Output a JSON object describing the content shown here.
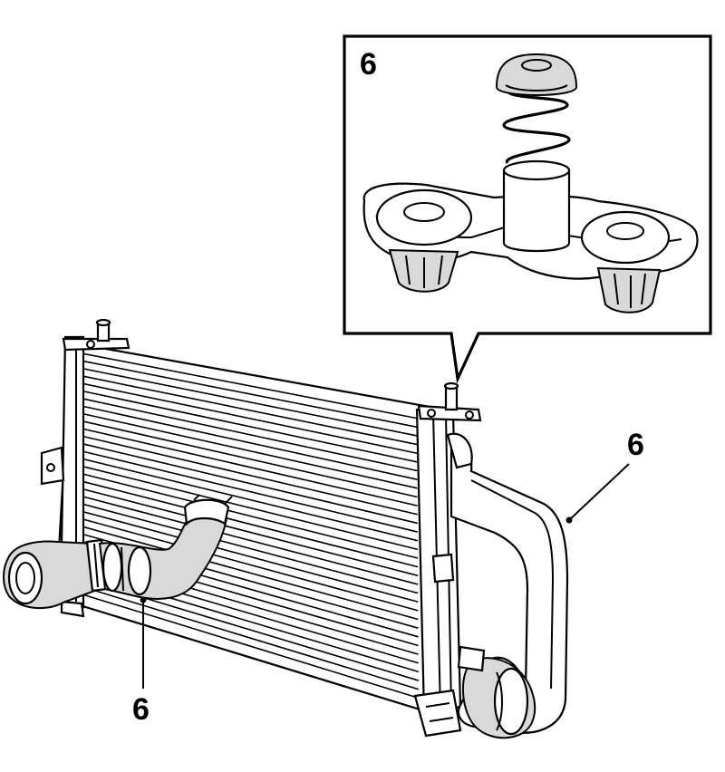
{
  "inset": {
    "callout_number": "6"
  },
  "callouts": {
    "right_duct": "6",
    "left_hose": "6"
  },
  "colors": {
    "line": "#000000",
    "background": "#ffffff",
    "shade": "#d9d9d9"
  }
}
